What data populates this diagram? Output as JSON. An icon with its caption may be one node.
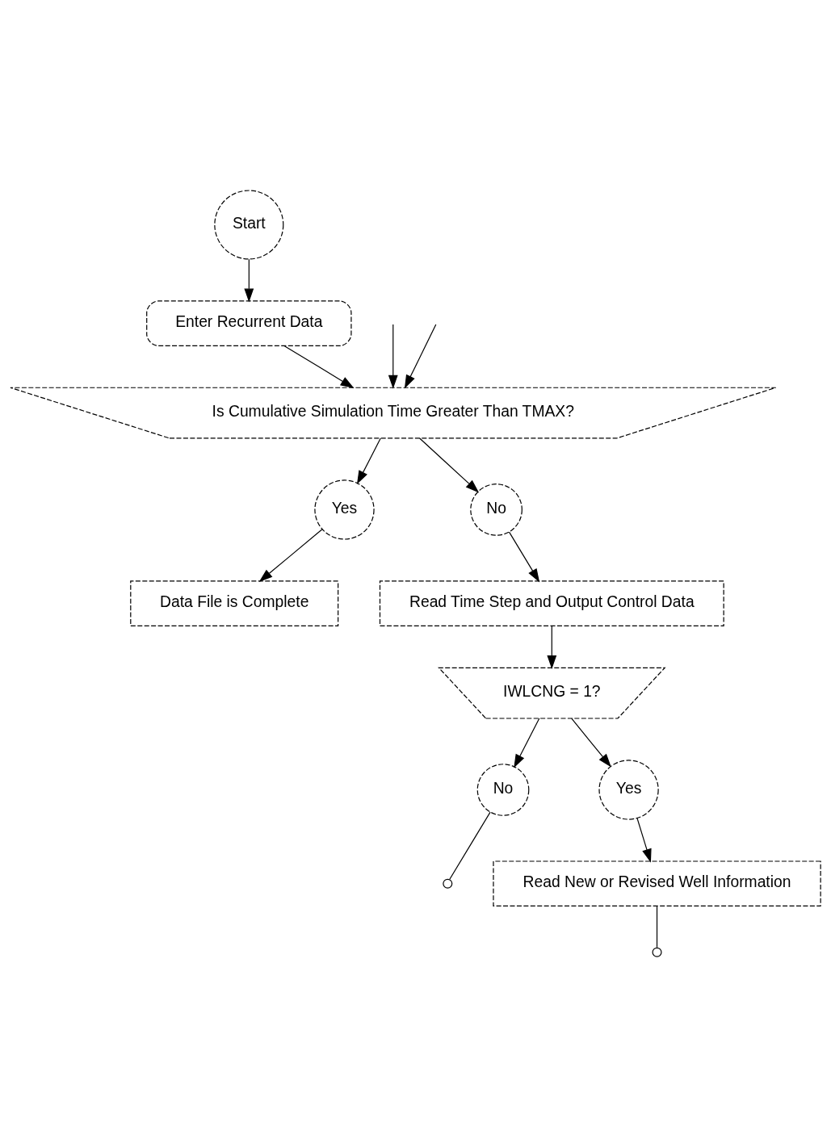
{
  "diagram": {
    "nodes": [
      {
        "text": [
          "Start"
        ]
      },
      {
        "text": [
          "Enter Recurrent Data"
        ]
      },
      {
        "text": [
          "Is Cumulative Simulation Time Greater Than TMAX?"
        ]
      },
      {
        "text": [
          "Yes"
        ]
      },
      {
        "text": [
          "Data File is Complete"
        ]
      },
      {
        "text": [
          "No"
        ]
      },
      {
        "text": [
          "Read Time Step and Output Control Data"
        ]
      },
      {
        "text": [
          "IWLCNG = 1?"
        ]
      },
      {
        "text": [
          "No"
        ]
      },
      {
        "text": [],
        "shape": "circle"
      },
      {
        "text": [
          "Yes"
        ]
      },
      {
        "text": [
          "Read New or Revised Well Information"
        ]
      },
      {
        "text": [],
        "shape": "circle"
      }
    ],
    "edges": [
      {
        "from": 0,
        "to": 1,
        "arrow": "to"
      },
      {
        "from": 1,
        "to": 2,
        "arrow": "to"
      },
      {
        "from": null,
        "to": 2,
        "arrow": "to"
      },
      {
        "from": null,
        "to": 2,
        "arrow": "to"
      },
      {
        "from": 2,
        "to": 3,
        "arrow": "to"
      },
      {
        "from": 3,
        "to": 4,
        "arrow": "to"
      },
      {
        "from": 2,
        "to": 5,
        "arrow": "to"
      },
      {
        "from": 5,
        "to": 6,
        "arrow": "to"
      },
      {
        "from": 6,
        "to": 7,
        "arrow": "to"
      },
      {
        "from": 7,
        "to": 8,
        "arrow": "to"
      },
      {
        "from": 8,
        "to": 9,
        "arrow": "none"
      },
      {
        "from": 7,
        "to": 10,
        "arrow": "to"
      },
      {
        "from": 10,
        "to": 11,
        "arrow": "to"
      },
      {
        "from": 11,
        "to": 12,
        "arrow": "none"
      }
    ]
  }
}
